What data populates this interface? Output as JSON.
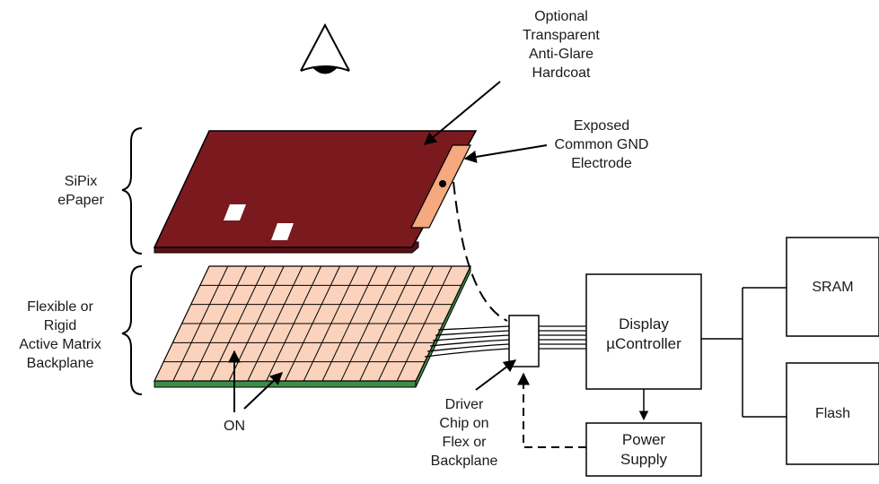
{
  "labels": {
    "optional_hardcoat": [
      "Optional",
      "Transparent",
      "Anti-Glare",
      "Hardcoat"
    ],
    "exposed_electrode": [
      "Exposed",
      "Common GND",
      "Electrode"
    ],
    "sipix_epaper": [
      "SiPix",
      "ePaper"
    ],
    "backplane": [
      "Flexible or",
      "Rigid",
      "Active Matrix",
      "Backplane"
    ],
    "on": "ON",
    "driver_chip": [
      "Driver",
      "Chip on",
      "Flex or",
      "Backplane"
    ],
    "display_controller": [
      "Display",
      "µController"
    ],
    "power_supply": [
      "Power",
      "Supply"
    ],
    "sram": "SRAM",
    "flash": "Flash"
  },
  "colors": {
    "epaper_top": "#7a1a1f",
    "epaper_side": "#5a1015",
    "electrode": "#f4a97e",
    "backplane_cells": "#fbd3bd",
    "backplane_base": "#3d8c4a",
    "lines": "#000000"
  },
  "icons": {
    "viewer": "eye-icon"
  }
}
